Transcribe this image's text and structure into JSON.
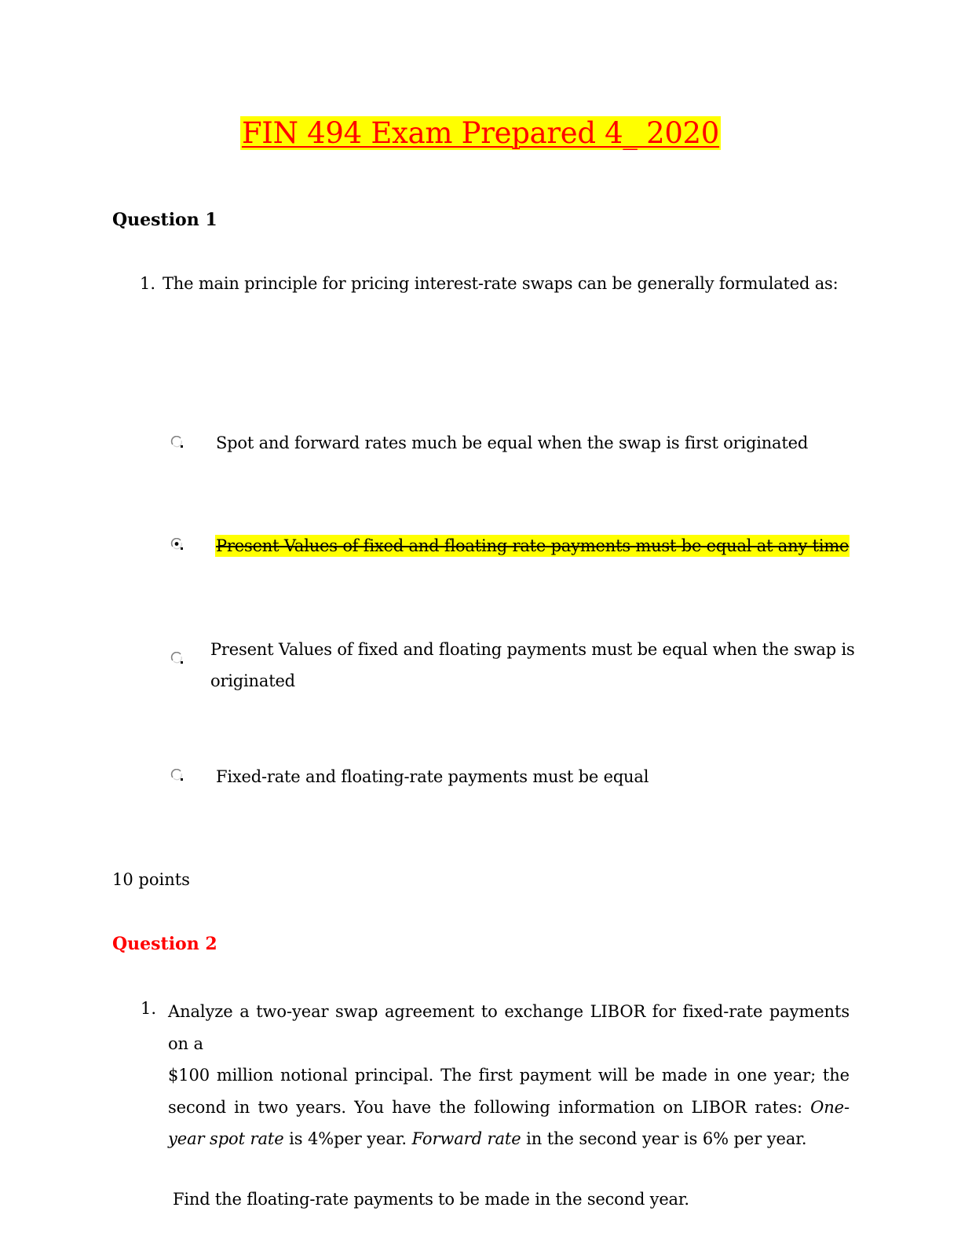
{
  "document": {
    "title": "FIN 494 Exam Prepared 4_ 2020"
  },
  "question1": {
    "heading": "Question 1",
    "number": "1.",
    "text": "The main principle for pricing interest-rate swaps can be generally formulated as:",
    "options": [
      {
        "label": "Spot and forward rates much be equal when the swap is first originated",
        "selected": false
      },
      {
        "label": "Present Values of fixed and floating rate payments must be equal at any time",
        "selected": true
      },
      {
        "label_line1": "Present Values of fixed and floating payments must be equal when the swap is",
        "label_line2": "originated",
        "selected": false
      },
      {
        "label": "Fixed-rate and floating-rate payments must be equal",
        "selected": false
      }
    ],
    "points": "10 points"
  },
  "question2": {
    "heading": "Question 2",
    "number": "1.",
    "line1": "Analyze a two-year swap agreement to exchange LIBOR for fixed-rate payments",
    "line2": "on a",
    "line3": "$100 million notional principal. The first payment will be made in one year; the",
    "line4_prefix": "second in two years. You have the following information on LIBOR rates: ",
    "line4_italic": "One-",
    "line5_italic1": "year spot rate",
    "line5_mid": " is 4%per year. ",
    "line5_italic2": "Forward rate",
    "line5_suffix": " in the second year is 6% per year.",
    "find": "Find the floating-rate payments to be made in the second year."
  },
  "colors": {
    "highlight": "#ffff00",
    "title_text": "#ff0000",
    "question2_heading": "#ff0000"
  },
  "icons": {
    "radio_unselected": "radio-button-empty-icon",
    "radio_selected": "radio-button-selected-icon"
  }
}
